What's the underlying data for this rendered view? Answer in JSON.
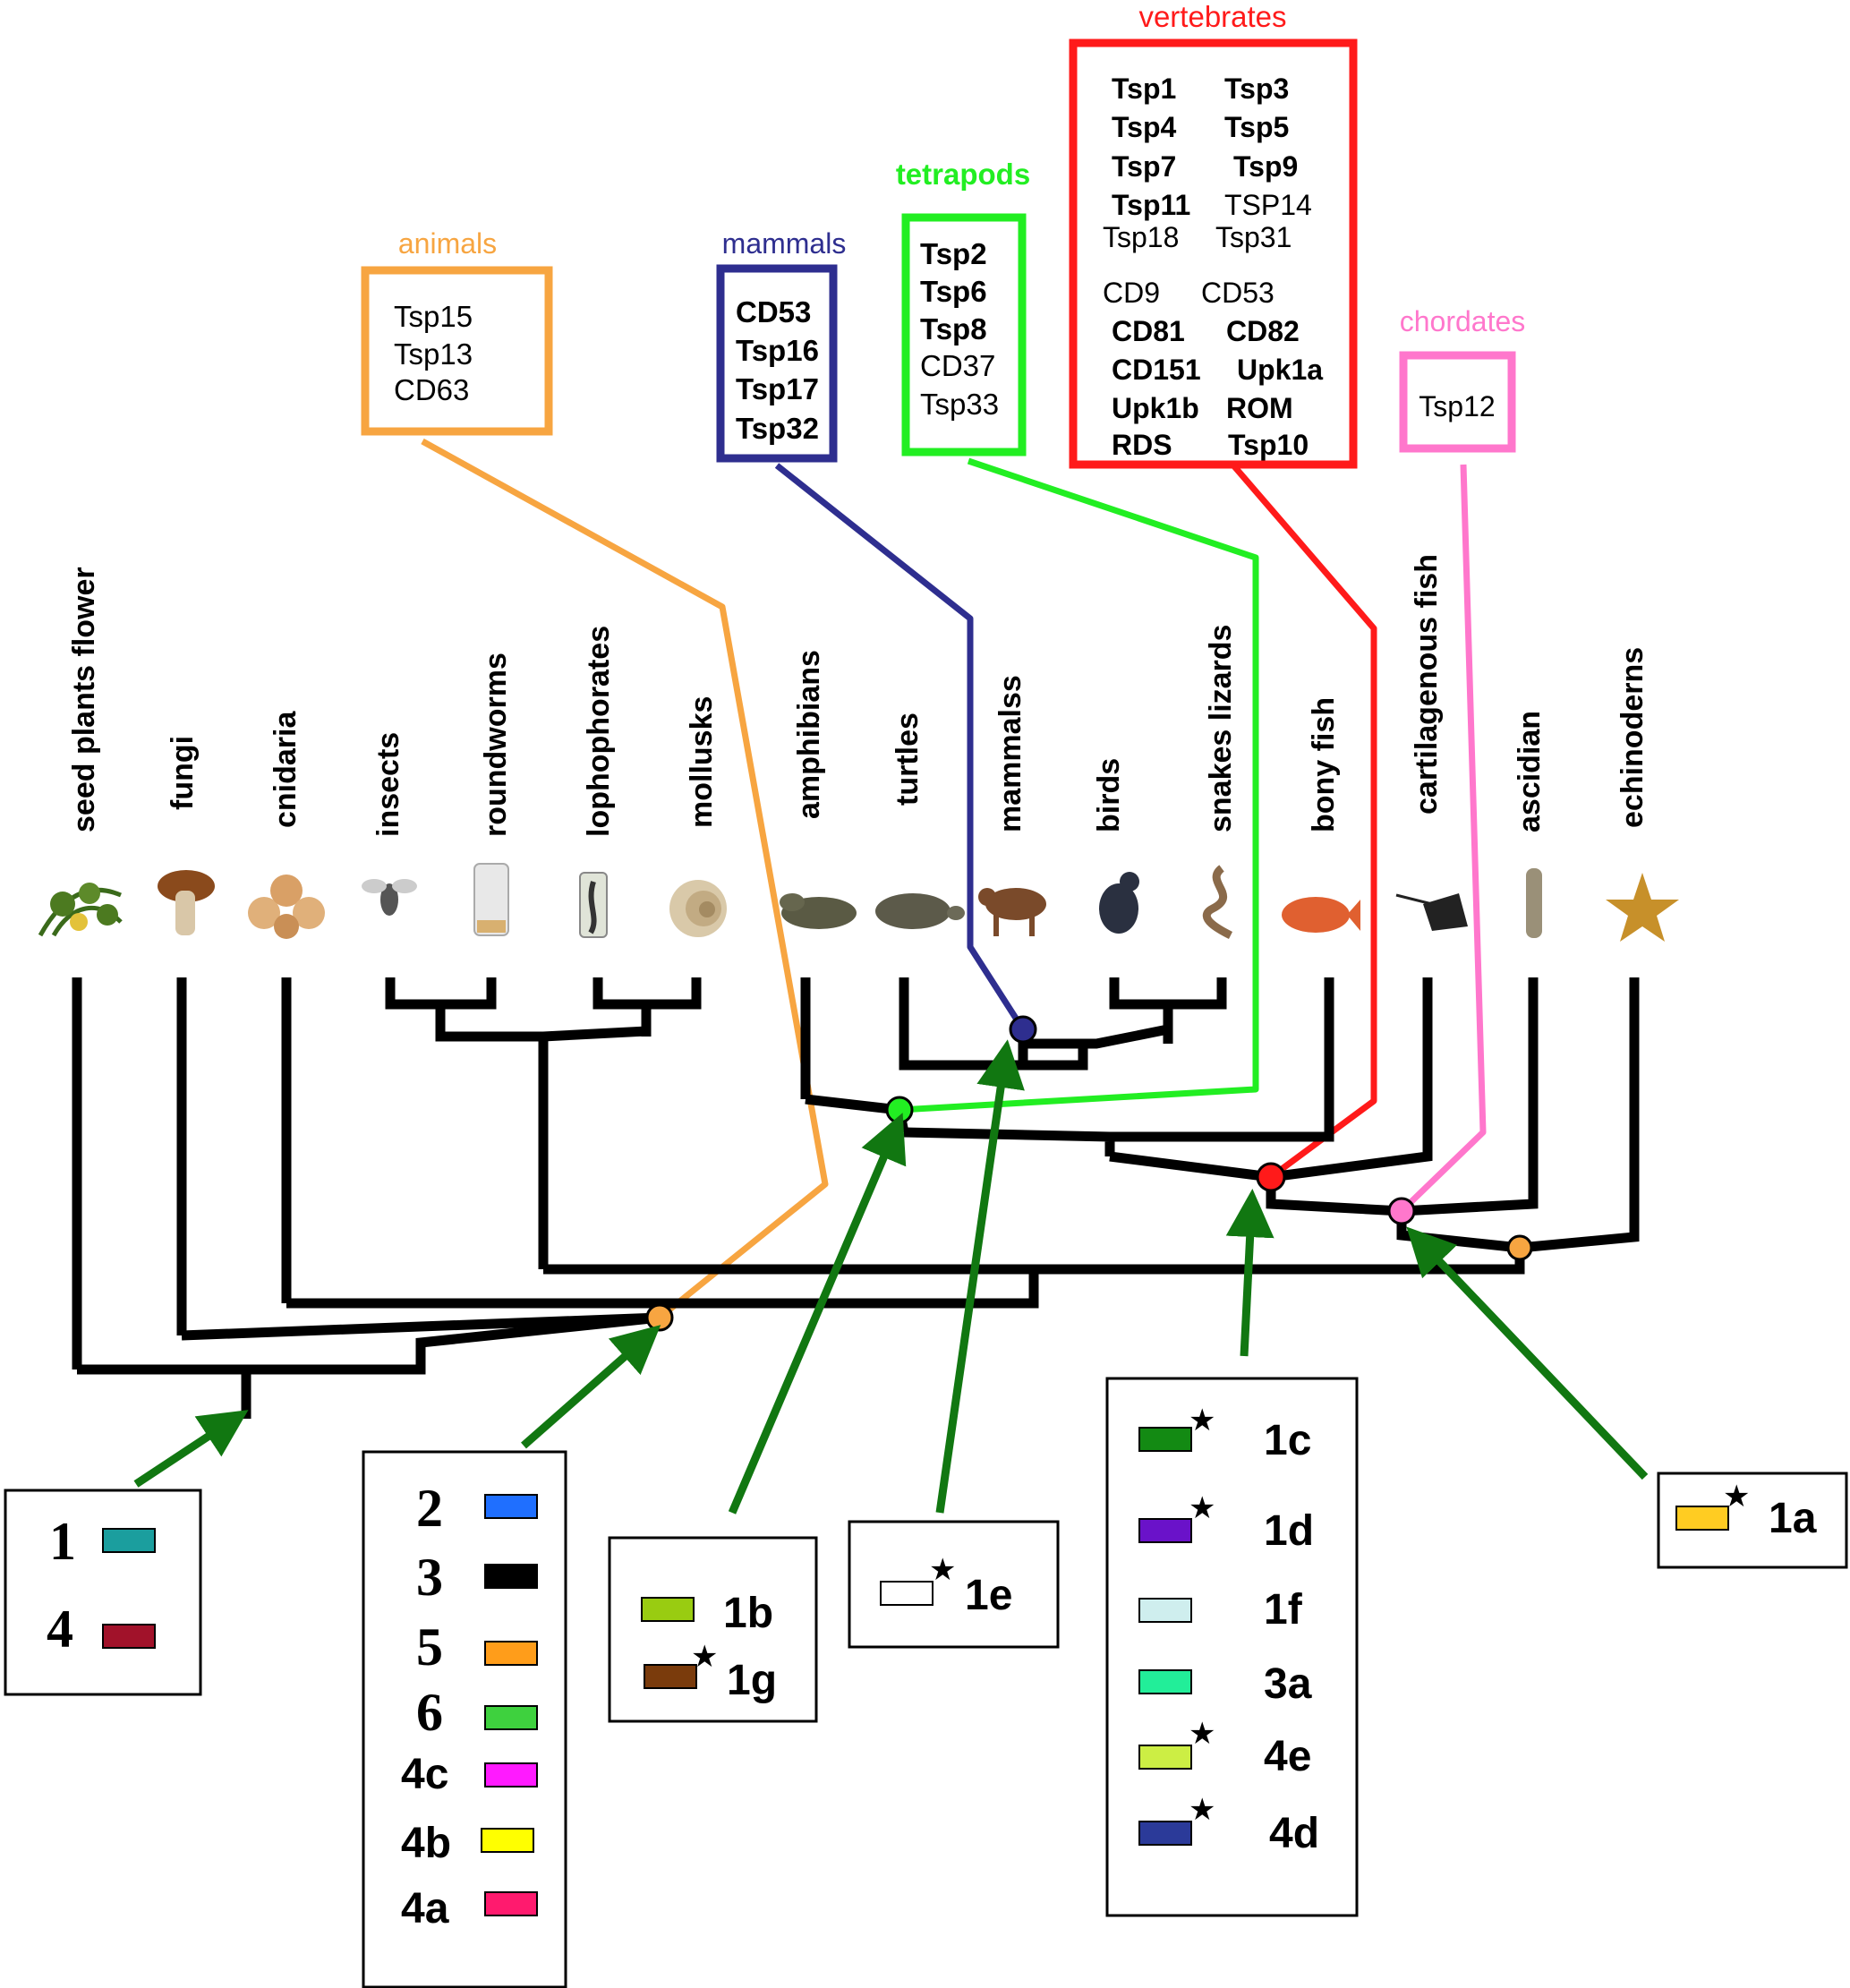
{
  "taxa": [
    "seed plants flower",
    "fungi",
    "cnidaria",
    "insects",
    "roundworms",
    "lophophorates",
    "mollusks",
    "amphibians",
    "turtles",
    "mammalss",
    "birds",
    "snakes lizards",
    "bony fish",
    "cartilagenous  fish",
    "ascidian",
    "echinoderns"
  ],
  "taxon_icons": [
    "plant-icon",
    "mushroom-icon",
    "coral-icon",
    "fly-icon",
    "worm-jar-icon",
    "specimen-jar-icon",
    "shell-icon",
    "frog-icon",
    "turtle-icon",
    "mammal-icon",
    "bird-icon",
    "snake-icon",
    "fish-icon",
    "ray-icon",
    "tunicate-icon",
    "starfish-icon"
  ],
  "groups": [
    {
      "label": "animals",
      "color": "#f7a541",
      "items": [
        "Tsp15",
        "Tsp13",
        "CD63"
      ]
    },
    {
      "label": "mammals",
      "color": "#2e2e8f",
      "items": [
        "CD53",
        "Tsp16",
        "Tsp17",
        "Tsp32"
      ]
    },
    {
      "label": "tetrapods",
      "color": "#22ee22",
      "items": [
        "Tsp2",
        "Tsp6",
        "Tsp8",
        "CD37",
        "Tsp33"
      ]
    },
    {
      "label": "vertebrates",
      "color": "#ff1a1a",
      "items": [
        "Tsp1",
        "Tsp3",
        "Tsp4",
        "Tsp5",
        "Tsp7",
        "Tsp9",
        "Tsp11",
        "TSP14",
        "Tsp18",
        "Tsp31",
        "CD9",
        "CD53",
        "CD81",
        "CD82",
        "CD151",
        "Upk1a",
        "Upk1b",
        "ROM",
        "RDS",
        "Tsp10"
      ]
    },
    {
      "label": "chordates",
      "color": "#ff77cc",
      "items": [
        "Tsp12"
      ]
    }
  ],
  "legend_boxes": [
    {
      "entries": [
        {
          "label": "1",
          "color": "#1b9e9e",
          "star": false
        },
        {
          "label": "4",
          "color": "#a1122a",
          "star": false
        }
      ]
    },
    {
      "entries": [
        {
          "label": "2",
          "color": "#1f6fff",
          "star": false
        },
        {
          "label": "3",
          "color": "#000000",
          "star": false
        },
        {
          "label": "5",
          "color": "#ff9d1a",
          "star": false
        },
        {
          "label": "6",
          "color": "#3ed13e",
          "star": false
        },
        {
          "label": "4c",
          "color": "#ff1aff",
          "star": false
        },
        {
          "label": "4b",
          "color": "#ffff00",
          "star": false
        },
        {
          "label": "4a",
          "color": "#ff1a6e",
          "star": false
        }
      ]
    },
    {
      "entries": [
        {
          "label": "1b",
          "color": "#99cc11",
          "star": false
        },
        {
          "label": "1g",
          "color": "#7a3b0c",
          "star": true
        }
      ]
    },
    {
      "entries": [
        {
          "label": "1e",
          "color": "#ffffff",
          "star": true
        }
      ]
    },
    {
      "entries": [
        {
          "label": "1c",
          "color": "#138a13",
          "star": true
        },
        {
          "label": "1d",
          "color": "#6a12c9",
          "star": true
        },
        {
          "label": "1f",
          "color": "#cfeeee",
          "star": false
        },
        {
          "label": "3a",
          "color": "#22ee99",
          "star": false
        },
        {
          "label": "4e",
          "color": "#ccee44",
          "star": true
        },
        {
          "label": "4d",
          "color": "#2b3a99",
          "star": true
        }
      ]
    },
    {
      "entries": [
        {
          "label": "1a",
          "color": "#ffcc22",
          "star": true
        }
      ]
    }
  ],
  "star_symbol": "★",
  "colors": {
    "tree": "#000000",
    "arrow": "#117711",
    "node_animals": "#f7a541",
    "node_tetrapods": "#22ee22",
    "node_mammals": "#2e2e8f",
    "node_vertebrates": "#ff1a1a",
    "node_chordates": "#ff77cc",
    "node_deuterostomes": "#f7a541"
  }
}
